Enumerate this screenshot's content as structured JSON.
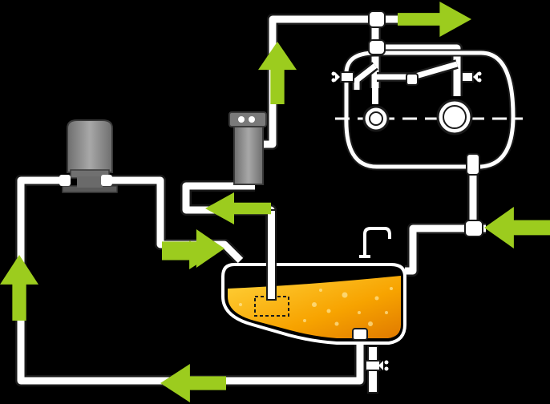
{
  "diagram": {
    "background": "#000000",
    "colors": {
      "pipe_fill": "#ffffff",
      "pipe_edge": "#1a1a1a",
      "arrow": "#9ccc1e",
      "oil_light": "#ffd23a",
      "oil_dark": "#f08c00",
      "equipment_gray": "#8c8c8c",
      "equipment_dark": "#5a5a5a"
    },
    "components": {
      "pump": "pump-motor",
      "filter": "filter-cartridge",
      "tank": "liquid-tank",
      "vessel": "separator-vessel",
      "faucet": "faucet",
      "valves": [
        "drain-valve",
        "valve-left",
        "valve-right"
      ]
    },
    "flow_arrows": [
      {
        "name": "arrow-outlet",
        "direction": "right"
      },
      {
        "name": "arrow-up-filter",
        "direction": "up"
      },
      {
        "name": "arrow-filter-inlet",
        "direction": "left"
      },
      {
        "name": "arrow-pump-return",
        "direction": "right"
      },
      {
        "name": "arrow-tank-inlet",
        "direction": "right"
      },
      {
        "name": "arrow-right-inlet",
        "direction": "left"
      },
      {
        "name": "arrow-left-return",
        "direction": "up"
      },
      {
        "name": "arrow-bottom-return",
        "direction": "left"
      }
    ]
  }
}
